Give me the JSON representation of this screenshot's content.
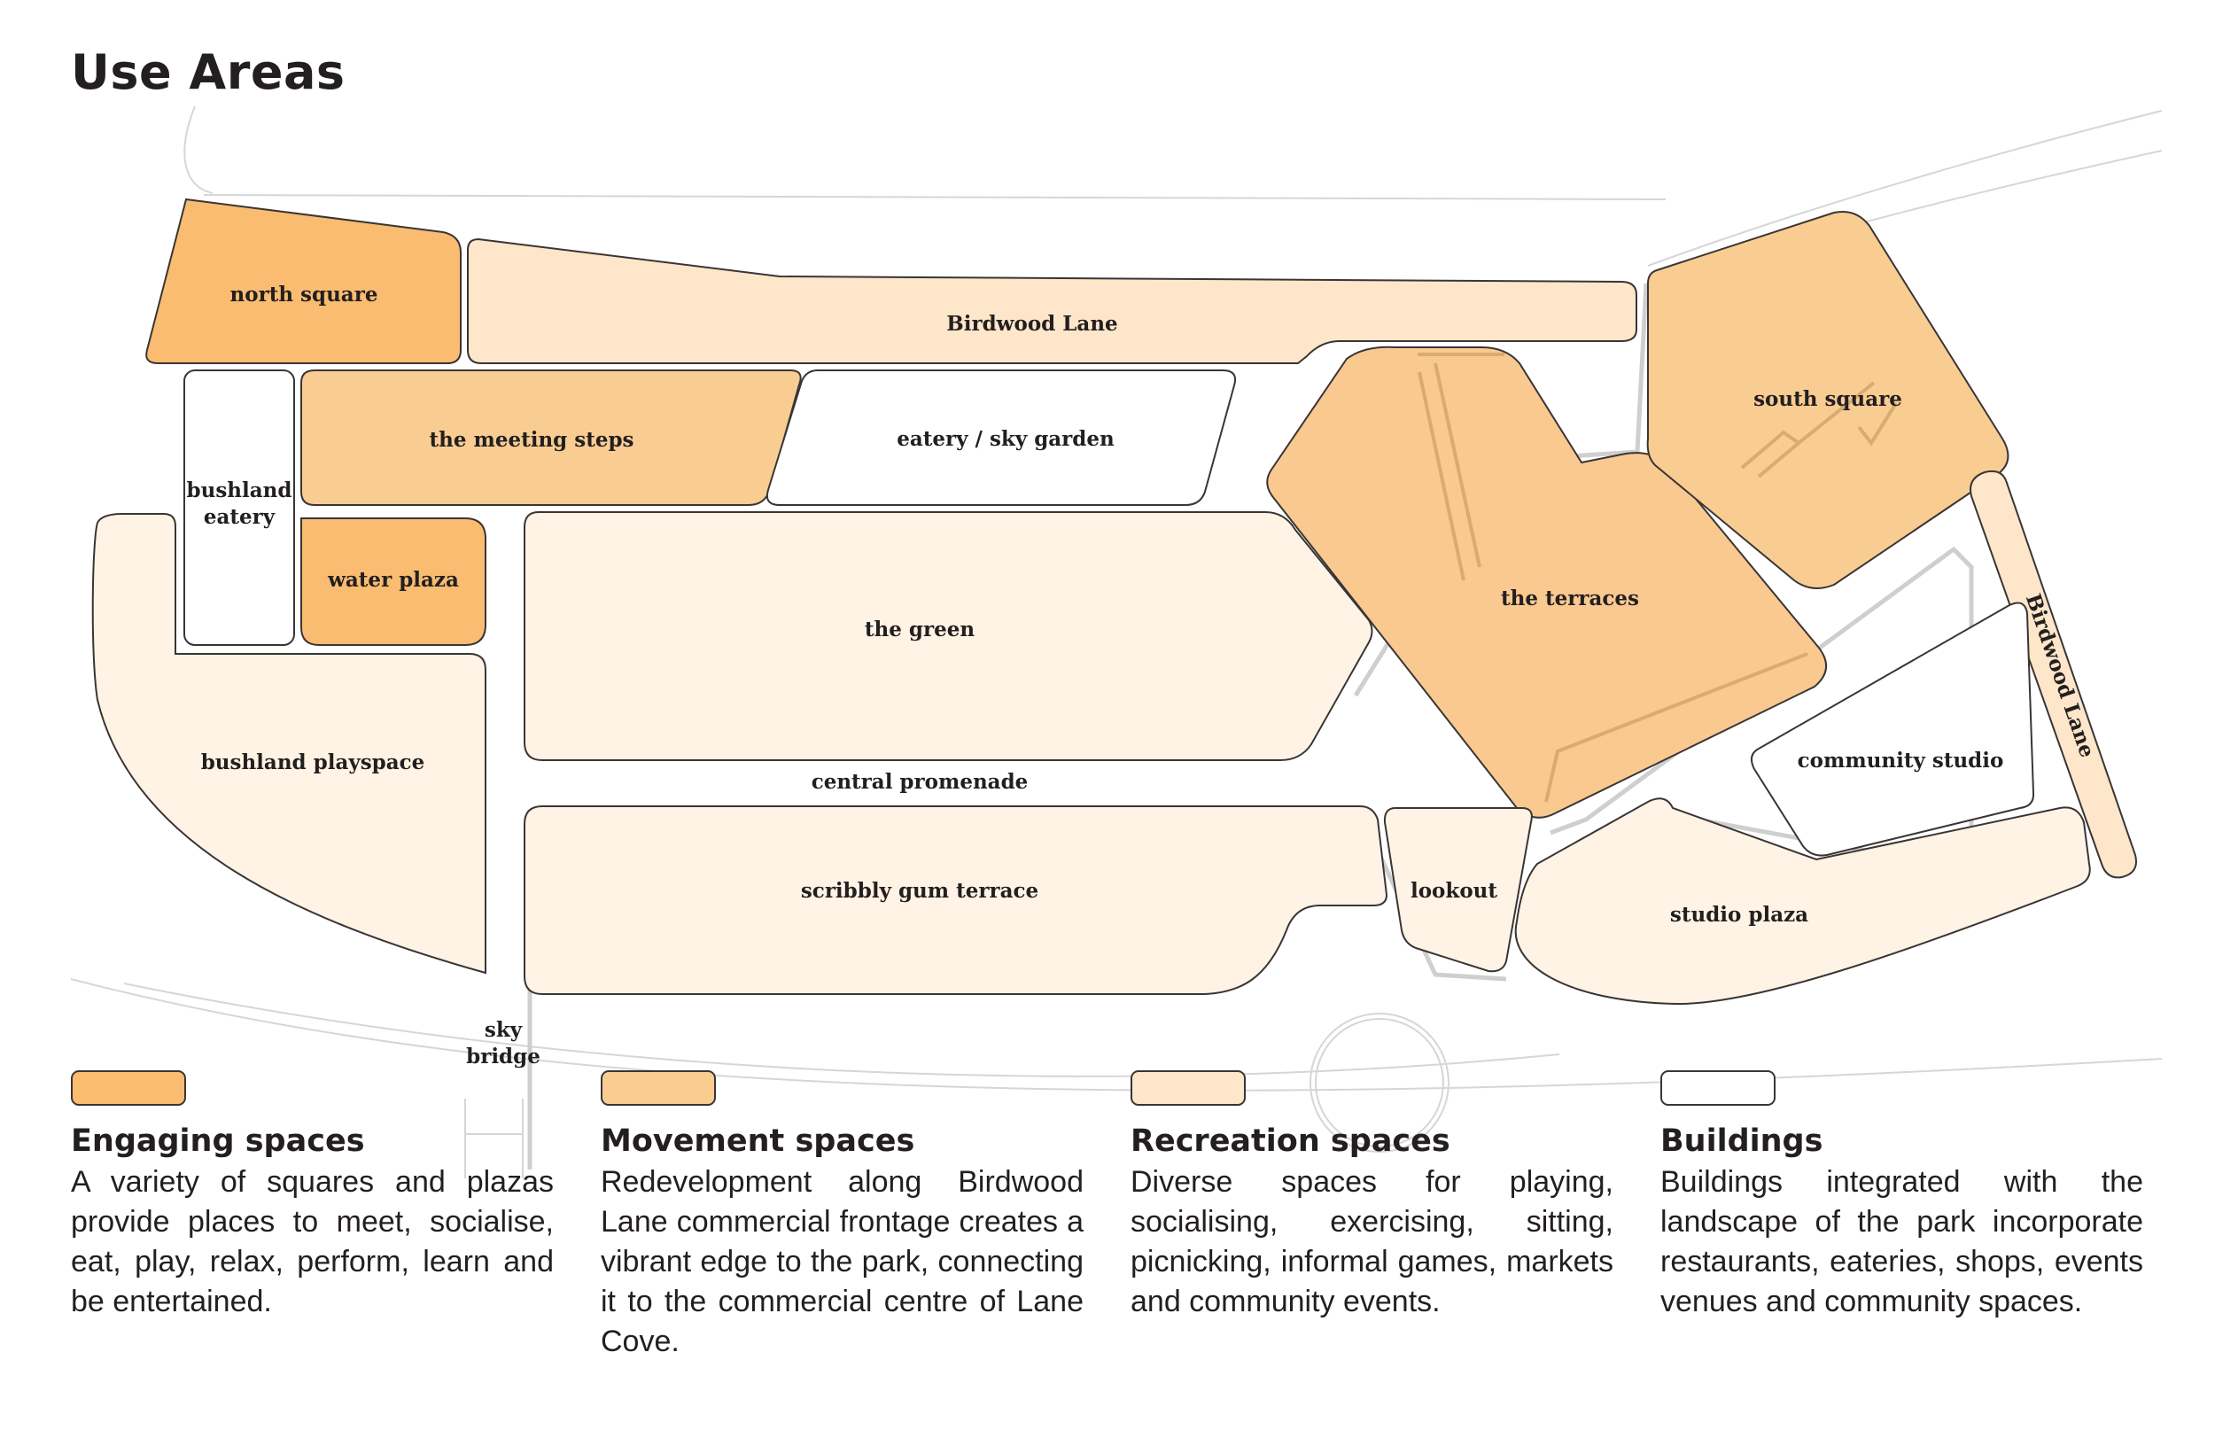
{
  "title": "Use Areas",
  "colors": {
    "engaging": "#f9bc70",
    "movement": "#f9cd92",
    "recreation": "#fde6c9",
    "recreation_light": "#fef3e4",
    "buildings": "#ffffff",
    "outline": "#3a3535",
    "path": "#d9d9d9"
  },
  "areas": {
    "north_square": "north square",
    "birdwood_lane_top": "Birdwood Lane",
    "bushland_eatery": [
      "bushland",
      "eatery"
    ],
    "meeting_steps": "the meeting steps",
    "eatery_sky_garden": "eatery / sky garden",
    "water_plaza": "water plaza",
    "the_green": "the green",
    "bushland_playspace": "bushland playspace",
    "central_promenade": "central promenade",
    "scribbly_gum_terrace": "scribbly gum terrace",
    "lookout": "lookout",
    "the_terraces": "the terraces",
    "south_square": "south square",
    "birdwood_lane_side": "Birdwood Lane",
    "community_studio": "community studio",
    "studio_plaza": "studio plaza",
    "sky_bridge": [
      "sky",
      "bridge"
    ]
  },
  "legend": [
    {
      "title": "Engaging spaces",
      "description": "A variety of squares and plazas provide places to meet, socialise, eat, play, relax, perform, learn and be entertained."
    },
    {
      "title": "Movement spaces",
      "description": "Redevelopment along Birdwood Lane commercial frontage creates a vibrant edge to the park, connecting it to the commercial centre of Lane Cove."
    },
    {
      "title": "Recreation spaces",
      "description": "Diverse spaces for playing, socialising, exercising, sitting, picnicking, informal games, markets and community events."
    },
    {
      "title": "Buildings",
      "description": "Buildings integrated with the landscape of the park incorporate restaurants, eateries, shops, events venues and community spaces."
    }
  ]
}
